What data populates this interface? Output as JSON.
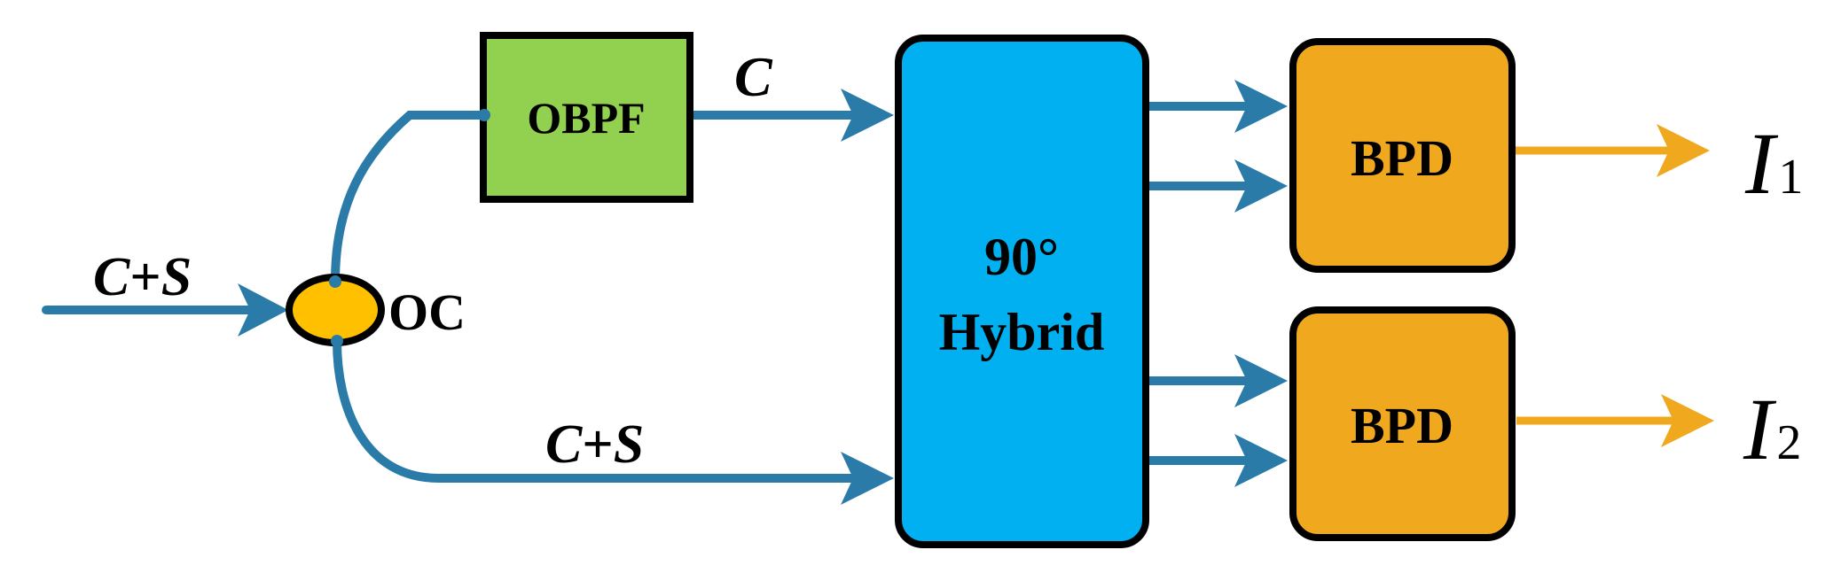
{
  "nodes": {
    "coupler": {
      "label": "OC"
    },
    "filter": {
      "label": "OBPF"
    },
    "hybrid": {
      "line1": "90°",
      "line2": "Hybrid"
    },
    "bpd_top": {
      "label": "BPD"
    },
    "bpd_bottom": {
      "label": "BPD"
    }
  },
  "signals": {
    "input": {
      "part1": "C",
      "plus": "+",
      "part2": "S"
    },
    "filtered": {
      "label": "C"
    },
    "lower": {
      "part1": "C",
      "plus": "+",
      "part2": "S"
    }
  },
  "outputs": {
    "top": {
      "symbol": "I",
      "subscript": "1"
    },
    "bottom": {
      "symbol": "I",
      "subscript": "2"
    }
  },
  "colors": {
    "fiber": "#2a7ba8",
    "coupler": "#ffc000",
    "filter": "#92d050",
    "hybrid": "#00b0f0",
    "bpd": "#f0a81e",
    "output_arrow": "#f0a81e",
    "border": "#000000"
  }
}
